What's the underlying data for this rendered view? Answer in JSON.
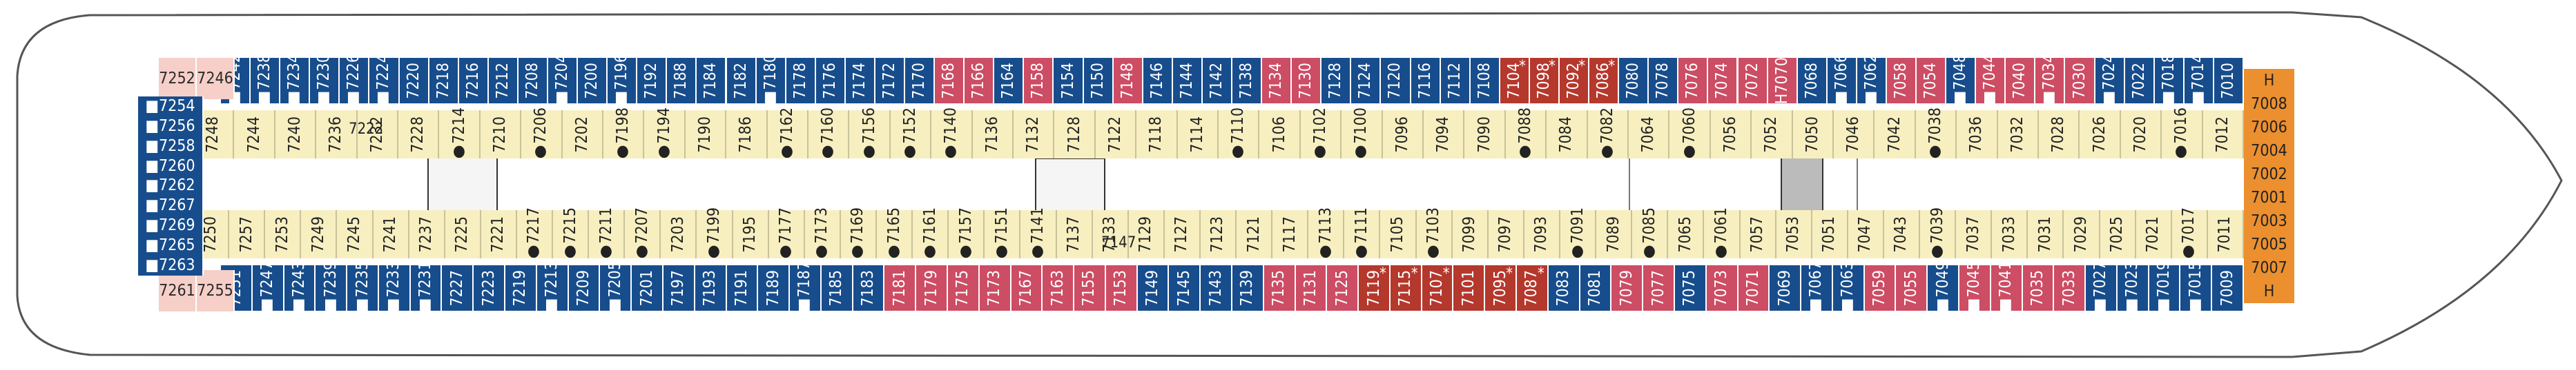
{
  "deck_plan": {
    "top_row": [
      {
        "n": "7242",
        "c": "blue",
        "i": "■"
      },
      {
        "n": "7238",
        "c": "blue",
        "i": "■"
      },
      {
        "n": "7234",
        "c": "blue",
        "i": "■"
      },
      {
        "n": "7230",
        "c": "blue",
        "i": "■"
      },
      {
        "n": "7226",
        "c": "blue",
        "i": "■"
      },
      {
        "n": "7224",
        "c": "blue",
        "i": "■"
      },
      {
        "n": "7220",
        "c": "blue"
      },
      {
        "n": "7218",
        "c": "blue"
      },
      {
        "n": "7216",
        "c": "blue"
      },
      {
        "n": "7212",
        "c": "blue"
      },
      {
        "n": "7208",
        "c": "blue"
      },
      {
        "n": "7204",
        "c": "blue",
        "i": "■"
      },
      {
        "n": "7200",
        "c": "blue"
      },
      {
        "n": "7196",
        "c": "blue",
        "i": "■"
      },
      {
        "n": "7192",
        "c": "blue"
      },
      {
        "n": "7188",
        "c": "blue"
      },
      {
        "n": "7184",
        "c": "blue"
      },
      {
        "n": "7182",
        "c": "blue"
      },
      {
        "n": "7180",
        "c": "blue",
        "i": "■"
      },
      {
        "n": "7178",
        "c": "blue"
      },
      {
        "n": "7176",
        "c": "blue"
      },
      {
        "n": "7174",
        "c": "blue"
      },
      {
        "n": "7172",
        "c": "blue"
      },
      {
        "n": "7170",
        "c": "blue"
      },
      {
        "n": "7168",
        "c": "pink"
      },
      {
        "n": "7166",
        "c": "pink"
      },
      {
        "n": "7164",
        "c": "blue"
      },
      {
        "n": "7158",
        "c": "pink"
      },
      {
        "n": "7154",
        "c": "blue"
      },
      {
        "n": "7150",
        "c": "blue"
      },
      {
        "n": "7148",
        "c": "pink"
      },
      {
        "n": "7146",
        "c": "blue"
      },
      {
        "n": "7144",
        "c": "blue"
      },
      {
        "n": "7142",
        "c": "blue"
      },
      {
        "n": "7138",
        "c": "blue"
      },
      {
        "n": "7134",
        "c": "pink"
      },
      {
        "n": "7130",
        "c": "pink"
      },
      {
        "n": "7128",
        "c": "blue"
      },
      {
        "n": "7124",
        "c": "blue"
      },
      {
        "n": "7120",
        "c": "blue"
      },
      {
        "n": "7116",
        "c": "blue"
      },
      {
        "n": "7112",
        "c": "blue"
      },
      {
        "n": "7108",
        "c": "blue"
      },
      {
        "n": "7104",
        "c": "red",
        "s": "*"
      },
      {
        "n": "7098",
        "c": "red",
        "s": "*"
      },
      {
        "n": "7092",
        "c": "red",
        "s": "*"
      },
      {
        "n": "7086",
        "c": "red",
        "s": "*"
      },
      {
        "n": "7080",
        "c": "blue"
      },
      {
        "n": "7078",
        "c": "blue"
      },
      {
        "n": "7076",
        "c": "pink"
      },
      {
        "n": "7074",
        "c": "pink"
      },
      {
        "n": "7072",
        "c": "pink"
      },
      {
        "n": "7070",
        "c": "pink",
        "i": "H"
      },
      {
        "n": "7068",
        "c": "blue"
      },
      {
        "n": "7066",
        "c": "blue",
        "i": "■"
      },
      {
        "n": "7062",
        "c": "blue",
        "i": "■"
      },
      {
        "n": "7058",
        "c": "pink"
      },
      {
        "n": "7054",
        "c": "pink"
      },
      {
        "n": "7048",
        "c": "blue",
        "i": "■"
      },
      {
        "n": "7044",
        "c": "pink",
        "i": "■"
      },
      {
        "n": "7040",
        "c": "pink"
      },
      {
        "n": "7034",
        "c": "pink",
        "i": "■"
      },
      {
        "n": "7030",
        "c": "pink"
      },
      {
        "n": "7024",
        "c": "blue",
        "i": "■"
      },
      {
        "n": "7022",
        "c": "blue"
      },
      {
        "n": "7018",
        "c": "blue",
        "i": "■"
      },
      {
        "n": "7014",
        "c": "blue",
        "i": "■"
      },
      {
        "n": "7010",
        "c": "blue"
      }
    ],
    "top_inner": [
      {
        "n": "7248"
      },
      {
        "n": "7244"
      },
      {
        "n": "7240"
      },
      {
        "n": "7236"
      },
      {
        "n": "7232"
      },
      {
        "n": "7228"
      },
      {
        "n": "7214",
        "i": "●"
      },
      {
        "n": "7210"
      },
      {
        "n": "7206",
        "i": "●"
      },
      {
        "n": "7202"
      },
      {
        "n": "7198",
        "i": "●"
      },
      {
        "n": "7194",
        "i": "●"
      },
      {
        "n": "7190"
      },
      {
        "n": "7186"
      },
      {
        "n": "7162",
        "i": "●"
      },
      {
        "n": "7160",
        "i": "●"
      },
      {
        "n": "7156",
        "i": "●"
      },
      {
        "n": "7152",
        "i": "●"
      },
      {
        "n": "7140",
        "i": "●"
      },
      {
        "n": "7136"
      },
      {
        "n": "7132"
      },
      {
        "n": "7128"
      },
      {
        "n": "7122"
      },
      {
        "n": "7118"
      },
      {
        "n": "7114"
      },
      {
        "n": "7110",
        "i": "●"
      },
      {
        "n": "7106"
      },
      {
        "n": "7102",
        "i": "●"
      },
      {
        "n": "7100",
        "i": "●"
      },
      {
        "n": "7096"
      },
      {
        "n": "7094"
      },
      {
        "n": "7090"
      },
      {
        "n": "7088",
        "i": "●"
      },
      {
        "n": "7084"
      },
      {
        "n": "7082",
        "i": "●"
      },
      {
        "n": "7064"
      },
      {
        "n": "7060",
        "i": "●"
      },
      {
        "n": "7056"
      },
      {
        "n": "7052"
      },
      {
        "n": "7050"
      },
      {
        "n": "7046"
      },
      {
        "n": "7042"
      },
      {
        "n": "7038",
        "i": "●"
      },
      {
        "n": "7036"
      },
      {
        "n": "7032"
      },
      {
        "n": "7028"
      },
      {
        "n": "7026"
      },
      {
        "n": "7020"
      },
      {
        "n": "7016",
        "i": "●"
      },
      {
        "n": "7012"
      }
    ],
    "bottom_inner": [
      {
        "n": "7250"
      },
      {
        "n": "7257"
      },
      {
        "n": "7253"
      },
      {
        "n": "7249"
      },
      {
        "n": "7245"
      },
      {
        "n": "7241"
      },
      {
        "n": "7237"
      },
      {
        "n": "7225"
      },
      {
        "n": "7221"
      },
      {
        "n": "7217",
        "i": "●"
      },
      {
        "n": "7215",
        "i": "●"
      },
      {
        "n": "7211",
        "i": "●"
      },
      {
        "n": "7207",
        "i": "●"
      },
      {
        "n": "7203"
      },
      {
        "n": "7199",
        "i": "●"
      },
      {
        "n": "7195"
      },
      {
        "n": "7177",
        "i": "●"
      },
      {
        "n": "7173",
        "i": "●"
      },
      {
        "n": "7169",
        "i": "●"
      },
      {
        "n": "7165",
        "i": "●"
      },
      {
        "n": "7161",
        "i": "●"
      },
      {
        "n": "7157",
        "i": "●"
      },
      {
        "n": "7151",
        "i": "●"
      },
      {
        "n": "7141",
        "i": "●"
      },
      {
        "n": "7137"
      },
      {
        "n": "7133"
      },
      {
        "n": "7129"
      },
      {
        "n": "7127"
      },
      {
        "n": "7123"
      },
      {
        "n": "7121"
      },
      {
        "n": "7117"
      },
      {
        "n": "7113",
        "i": "●"
      },
      {
        "n": "7111",
        "i": "●"
      },
      {
        "n": "7105"
      },
      {
        "n": "7103",
        "i": "●"
      },
      {
        "n": "7099"
      },
      {
        "n": "7097"
      },
      {
        "n": "7093"
      },
      {
        "n": "7091",
        "i": "●"
      },
      {
        "n": "7089"
      },
      {
        "n": "7085",
        "i": "●"
      },
      {
        "n": "7065"
      },
      {
        "n": "7061",
        "i": "●"
      },
      {
        "n": "7057"
      },
      {
        "n": "7053"
      },
      {
        "n": "7051"
      },
      {
        "n": "7047"
      },
      {
        "n": "7043"
      },
      {
        "n": "7039",
        "i": "●"
      },
      {
        "n": "7037"
      },
      {
        "n": "7033"
      },
      {
        "n": "7031"
      },
      {
        "n": "7029"
      },
      {
        "n": "7025"
      },
      {
        "n": "7021"
      },
      {
        "n": "7017",
        "i": "●"
      },
      {
        "n": "7011"
      }
    ],
    "bottom_row": [
      {
        "n": "7251",
        "c": "blue"
      },
      {
        "n": "7247",
        "c": "blue",
        "i": "■"
      },
      {
        "n": "7243",
        "c": "blue",
        "i": "■"
      },
      {
        "n": "7239",
        "c": "blue",
        "i": "■"
      },
      {
        "n": "7235",
        "c": "blue",
        "i": "■"
      },
      {
        "n": "7233",
        "c": "blue",
        "i": "■"
      },
      {
        "n": "7231",
        "c": "blue",
        "i": "■"
      },
      {
        "n": "7227",
        "c": "blue"
      },
      {
        "n": "7223",
        "c": "blue"
      },
      {
        "n": "7219",
        "c": "blue"
      },
      {
        "n": "7213",
        "c": "blue",
        "i": "■"
      },
      {
        "n": "7209",
        "c": "blue"
      },
      {
        "n": "7205",
        "c": "blue",
        "i": "■"
      },
      {
        "n": "7201",
        "c": "blue"
      },
      {
        "n": "7197",
        "c": "blue"
      },
      {
        "n": "7193",
        "c": "blue"
      },
      {
        "n": "7191",
        "c": "blue"
      },
      {
        "n": "7189",
        "c": "blue"
      },
      {
        "n": "7187",
        "c": "blue",
        "i": "■"
      },
      {
        "n": "7185",
        "c": "blue"
      },
      {
        "n": "7183",
        "c": "blue"
      },
      {
        "n": "7181",
        "c": "pink"
      },
      {
        "n": "7179",
        "c": "pink"
      },
      {
        "n": "7175",
        "c": "pink"
      },
      {
        "n": "7173",
        "c": "pink"
      },
      {
        "n": "7167",
        "c": "pink"
      },
      {
        "n": "7163",
        "c": "pink"
      },
      {
        "n": "7155",
        "c": "pink"
      },
      {
        "n": "7153",
        "c": "pink"
      },
      {
        "n": "7149",
        "c": "blue"
      },
      {
        "n": "7145",
        "c": "blue"
      },
      {
        "n": "7143",
        "c": "blue"
      },
      {
        "n": "7139",
        "c": "blue"
      },
      {
        "n": "7135",
        "c": "pink"
      },
      {
        "n": "7131",
        "c": "pink"
      },
      {
        "n": "7125",
        "c": "pink"
      },
      {
        "n": "7119",
        "c": "red",
        "s": "*"
      },
      {
        "n": "7115",
        "c": "red",
        "s": "*"
      },
      {
        "n": "7107",
        "c": "red",
        "s": "*"
      },
      {
        "n": "7101",
        "c": "red"
      },
      {
        "n": "7095",
        "c": "red",
        "s": "*"
      },
      {
        "n": "7087",
        "c": "red",
        "s": "*"
      },
      {
        "n": "7083",
        "c": "blue"
      },
      {
        "n": "7081",
        "c": "blue"
      },
      {
        "n": "7079",
        "c": "pink"
      },
      {
        "n": "7077",
        "c": "pink"
      },
      {
        "n": "7075",
        "c": "blue"
      },
      {
        "n": "7073",
        "c": "pink"
      },
      {
        "n": "7071",
        "c": "pink"
      },
      {
        "n": "7069",
        "c": "blue"
      },
      {
        "n": "7067",
        "c": "blue",
        "i": "■"
      },
      {
        "n": "7063",
        "c": "blue",
        "i": "■"
      },
      {
        "n": "7059",
        "c": "pink"
      },
      {
        "n": "7055",
        "c": "pink"
      },
      {
        "n": "7049",
        "c": "blue",
        "i": "■"
      },
      {
        "n": "7045",
        "c": "pink",
        "i": "■"
      },
      {
        "n": "7041",
        "c": "pink",
        "i": "■"
      },
      {
        "n": "7035",
        "c": "pink"
      },
      {
        "n": "7033",
        "c": "pink"
      },
      {
        "n": "7027",
        "c": "blue",
        "i": "■"
      },
      {
        "n": "7023",
        "c": "blue",
        "i": "■"
      },
      {
        "n": "7019",
        "c": "blue",
        "i": "■"
      },
      {
        "n": "7015",
        "c": "blue",
        "i": "■"
      },
      {
        "n": "7009",
        "c": "blue"
      }
    ],
    "stern_top": [
      "7252",
      "7246"
    ],
    "stern_left": [
      "7254",
      "7256",
      "7258",
      "7260",
      "7262",
      "7267",
      "7269",
      "7265",
      "7263"
    ],
    "stern_bottom": [
      "7261",
      "7255"
    ],
    "bow": [
      "H",
      "7008",
      "7006",
      "7004",
      "7002",
      "7001",
      "7003",
      "7005",
      "7007",
      "H"
    ],
    "misc_labels": {
      "a": "7222",
      "b": "7147"
    },
    "colors": {
      "blue": "#174d8c",
      "pink": "#cc4d64",
      "red": "#b5382d",
      "cream": "#f7efc0",
      "peach": "#f6cfc8",
      "orange": "#eb8f2f"
    }
  }
}
